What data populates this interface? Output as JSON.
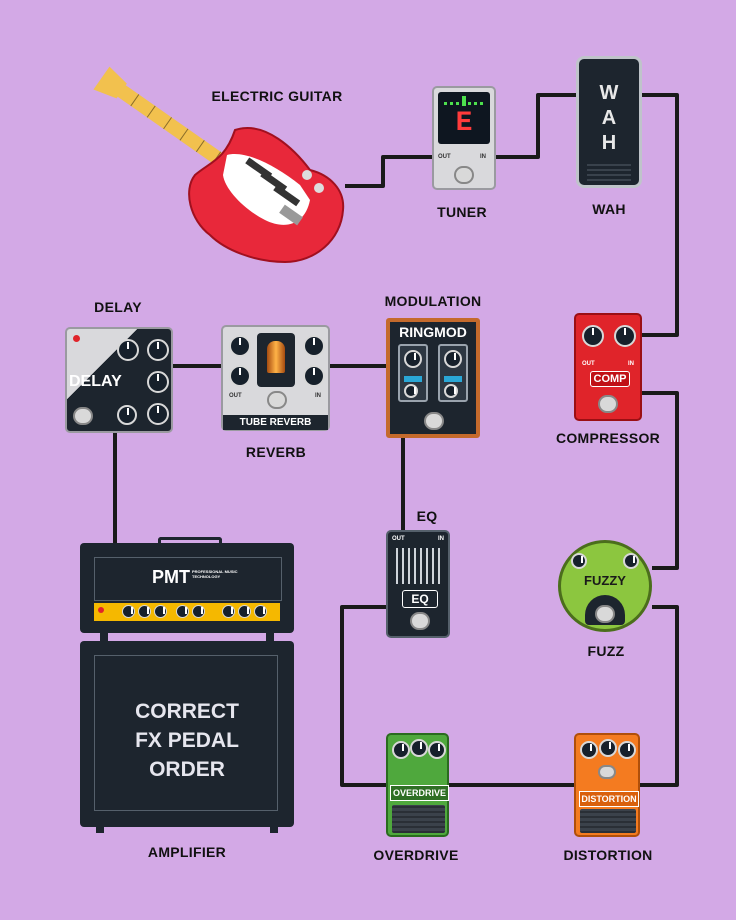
{
  "labels": {
    "guitar": "ELECTRIC GUITAR",
    "tuner": "TUNER",
    "wah": "WAH",
    "compressor": "COMPRESSOR",
    "fuzz": "FUZZ",
    "distortion": "DISTORTION",
    "overdrive": "OVERDRIVE",
    "eq": "EQ",
    "modulation": "MODULATION",
    "reverb": "REVERB",
    "delay": "DELAY",
    "amplifier": "AMPLIFIER"
  },
  "pedal_text": {
    "tuner_note": "E",
    "wah": "WAH",
    "comp": "COMP",
    "fuzz": "FUZZY",
    "distortion": "DISTORTION",
    "overdrive": "OVERDRIVE",
    "eq": "EQ",
    "ringmod": "RINGMOD",
    "tube_reverb": "TUBE REVERB",
    "delay": "DELAY",
    "in": "IN",
    "out": "OUT"
  },
  "amp": {
    "brand": "PMT",
    "brand_sub": "PROFESSIONAL MUSIC TECHNOLOGY",
    "cabinet_text": "CORRECT FX PEDAL ORDER"
  },
  "colors": {
    "background": "#d3a9e6",
    "wire": "#1a1a1a",
    "comp": "#e0242a",
    "fuzz": "#8cc63f",
    "distortion": "#f47b20",
    "overdrive": "#4fa83d",
    "guitar_body": "#e8283a",
    "amp_accent": "#f5b800"
  }
}
